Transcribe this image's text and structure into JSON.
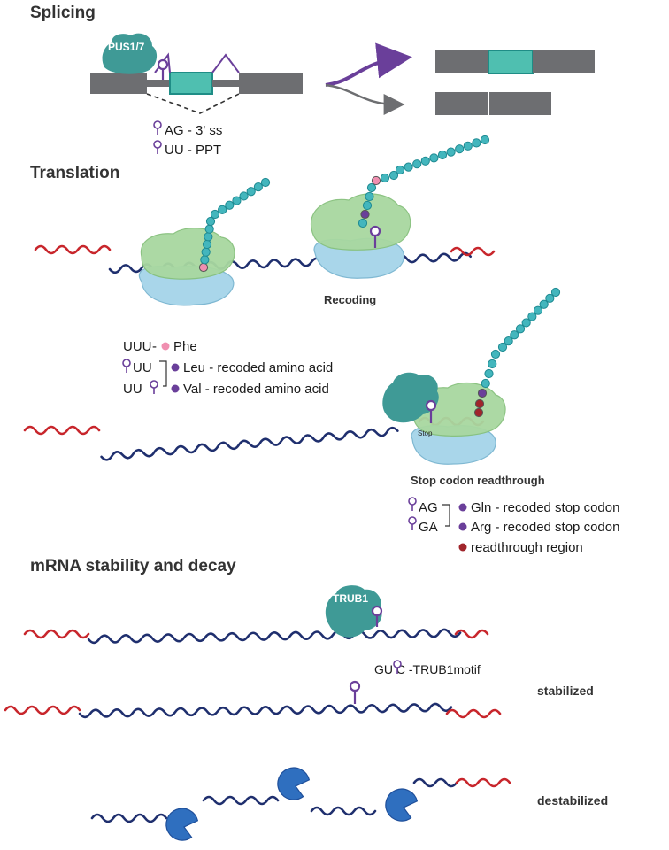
{
  "sections": {
    "splicing": "Splicing",
    "translation": "Translation",
    "stability": "mRNA stability and decay"
  },
  "splicing": {
    "enzyme": "PUS1/7",
    "legend": [
      "AG - 3' ss",
      "UU - PPT"
    ]
  },
  "translation": {
    "recoding_label": "Recoding",
    "stop_label": "Stop",
    "readthrough_title": "Stop codon readthrough",
    "codon_legend": [
      {
        "codon": "UUU",
        "aa": "Phe",
        "color": "#f08fb0"
      },
      {
        "codon": "UU",
        "aa": "Leu - recoded amino acid",
        "color": "#6a3f9a"
      },
      {
        "codon": "UU",
        "aa": "Val  - recoded amino acid",
        "color": "#6a3f9a"
      }
    ],
    "stop_legend": [
      {
        "codon": "AG",
        "aa": "Gln - recoded stop codon",
        "color": "#6a3f9a"
      },
      {
        "codon": "GA",
        "aa": "Arg - recoded stop codon",
        "color": "#6a3f9a"
      },
      {
        "codon": "",
        "aa": "readthrough region",
        "color": "#a0252b"
      }
    ]
  },
  "stability": {
    "enzyme": "TRUB1",
    "motif": "GU  C -TRUB1motif",
    "stabilized": "stabilized",
    "destabilized": "destabilized"
  },
  "colors": {
    "exon_grey": "#6d6e71",
    "exon_teal": "#4fbfb0",
    "mrna_blue": "#1f2f6e",
    "mrna_red": "#c8262c",
    "pseudouridine": "#6a3f9a",
    "ribosome_large": "#a8d8a0",
    "ribosome_small": "#a9d6ea",
    "enzyme_teal": "#3f9a96",
    "nuclease": "#2f6fbf"
  }
}
